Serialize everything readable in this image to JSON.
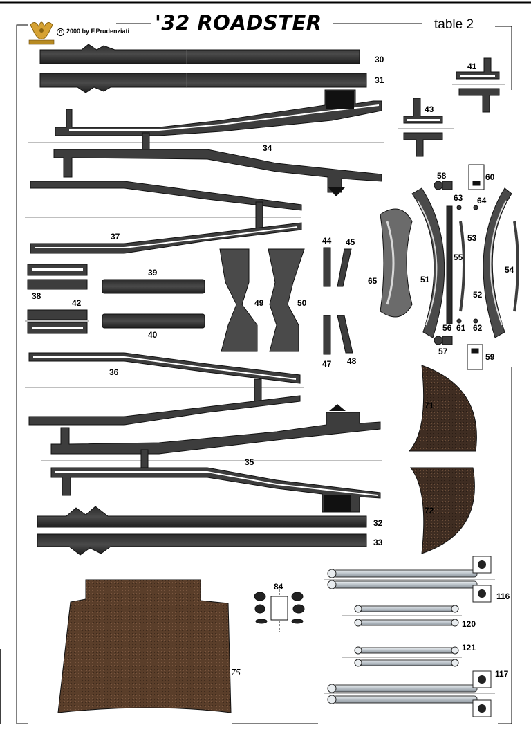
{
  "page": {
    "title": "'32 ROADSTER",
    "copyright": "2000 by F.Prudenziati",
    "copyright_symbol": "c",
    "table_label": "table 2"
  },
  "parts": {
    "p30": "30",
    "p31": "31",
    "p32": "32",
    "p33": "33",
    "p34": "34",
    "p35": "35",
    "p36": "36",
    "p37": "37",
    "p38": "38",
    "p39": "39",
    "p40": "40",
    "p41": "41",
    "p42": "42",
    "p43": "43",
    "p44": "44",
    "p45": "45",
    "p47": "47",
    "p48": "48",
    "p49": "49",
    "p50": "50",
    "p51": "51",
    "p52": "52",
    "p53": "53",
    "p54": "54",
    "p55": "55",
    "p56": "56",
    "p57": "57",
    "p58": "58",
    "p59": "59",
    "p60": "60",
    "p61": "61",
    "p62": "62",
    "p63": "63",
    "p64": "64",
    "p65": "65",
    "p71": "71",
    "p72": "72",
    "p75": "75",
    "p84": "84",
    "p116": "116",
    "p117": "117",
    "p120": "120",
    "p121": "121"
  },
  "colors": {
    "part_dark": "#3d3d3d",
    "part_black": "#1f1f1f",
    "carpet_brown": "#4a3526",
    "floor_brown": "#5b3f2b",
    "rod_silver": "#c6ccd2",
    "logo_gold": "#d6a233"
  }
}
